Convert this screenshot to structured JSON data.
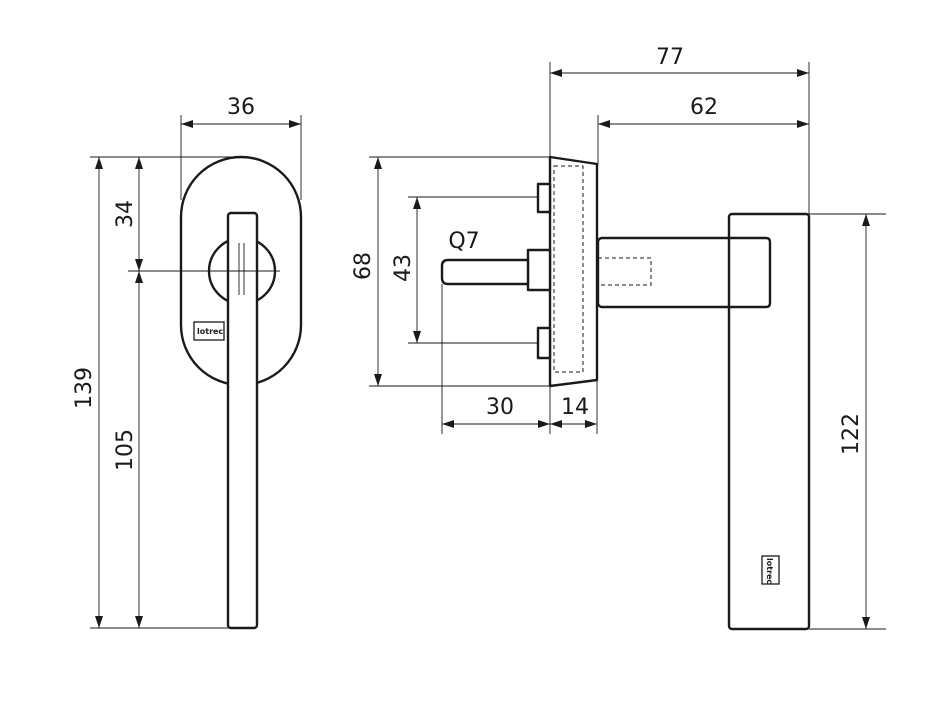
{
  "dimensions": {
    "front_width": "36",
    "front_total_height": "139",
    "front_upper": "34",
    "front_lower": "105",
    "side_total_depth": "77",
    "side_lever_depth": "62",
    "rose_height": "68",
    "screw_spacing": "43",
    "spindle": "Q7",
    "spindle_length": "30",
    "rose_thickness": "14",
    "lever_length": "122"
  },
  "logo": {
    "text": "lotrec",
    "front_logo": "lotrec",
    "side_logo": "lotrec"
  },
  "colors": {
    "line": "#1a1a1a",
    "background": "#ffffff"
  }
}
